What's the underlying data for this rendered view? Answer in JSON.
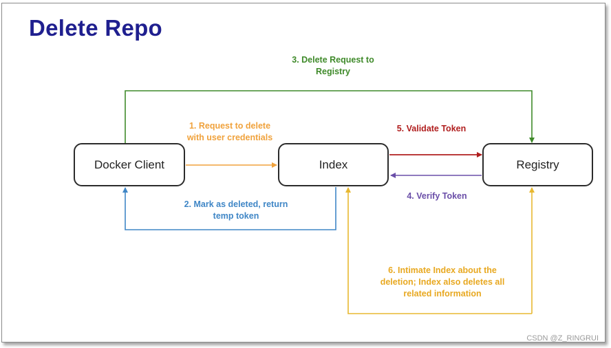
{
  "title": "Delete Repo",
  "nodes": {
    "docker_client": "Docker Client",
    "index": "Index",
    "registry": "Registry"
  },
  "steps": {
    "step1": [
      "1. Request to delete",
      "with user credentials"
    ],
    "step2": [
      "2. Mark as deleted, return",
      "temp token"
    ],
    "step3": [
      "3. Delete Request to",
      "Registry"
    ],
    "step4": [
      "4. Verify Token"
    ],
    "step5": [
      "5. Validate Token"
    ],
    "step6": [
      "6. Intimate Index about the",
      "deletion; Index also deletes all",
      "related information"
    ]
  },
  "colors": {
    "title": "#1f1f8f",
    "step1": "#f0a23c",
    "step2": "#3f86c6",
    "step3": "#3f8a2a",
    "step4": "#6a4ea8",
    "step5": "#b01e1e",
    "step6": "#e8b830"
  },
  "watermark": "CSDN @Z_RINGRUI"
}
